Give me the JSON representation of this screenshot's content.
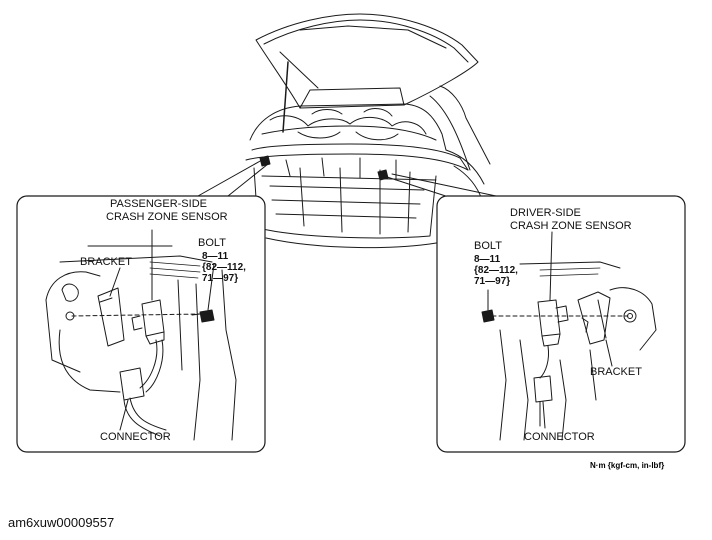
{
  "labels": {
    "passenger_sensor_line1": "PASSENGER-SIDE",
    "passenger_sensor_line2": "CRASH ZONE SENSOR",
    "passenger_bolt": "BOLT",
    "passenger_torque_line1": "8—11",
    "passenger_torque_line2": "{82—112,",
    "passenger_torque_line3": "71—97}",
    "passenger_bracket": "BRACKET",
    "passenger_connector": "CONNECTOR",
    "driver_sensor_line1": "DRIVER-SIDE",
    "driver_sensor_line2": "CRASH ZONE SENSOR",
    "driver_bolt": "BOLT",
    "driver_torque_line1": "8—11",
    "driver_torque_line2": "{82—112,",
    "driver_torque_line3": "71—97}",
    "driver_bracket": "BRACKET",
    "driver_connector": "CONNECTOR"
  },
  "units_note": "N·m {kgf-cm, in-lbf}",
  "caption": "am6xuw00009557",
  "colors": {
    "line": "#1a1a1a",
    "background": "#ffffff"
  }
}
